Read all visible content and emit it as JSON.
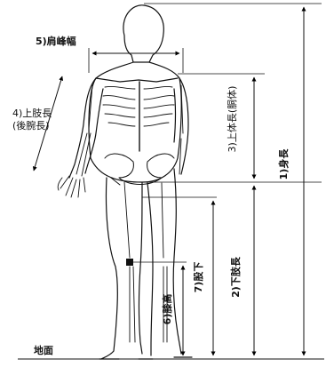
{
  "labels": {
    "height": "1)身長",
    "lower_limb": "2)下肢長",
    "upper_body": "3)上体長(胴体)",
    "arm_line1": "4)上肢長",
    "arm_line2": "(後腕長)",
    "shoulder": "5)肩峰幅",
    "knee": "6)膝高",
    "inseam": "7)股下",
    "ground": "地面"
  }
}
